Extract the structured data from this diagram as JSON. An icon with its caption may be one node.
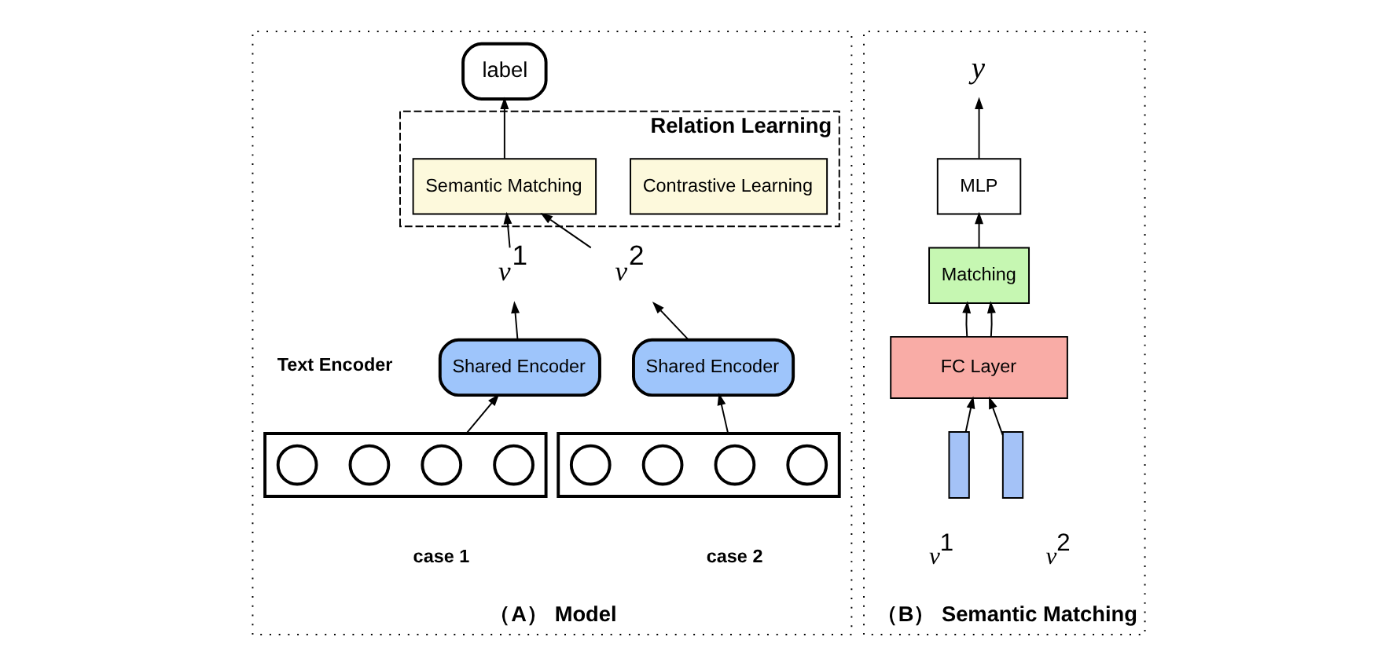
{
  "diagram": {
    "nodes": [
      {
        "text": [
          "（A） Model"
        ]
      },
      {
        "text": [
          "label"
        ],
        "in": 0
      },
      {
        "text": [
          "Relation Learning"
        ],
        "in": 0
      },
      {
        "text": [
          "Semantic Matching"
        ],
        "in": 2
      },
      {
        "text": [
          "Contrastive Learning"
        ],
        "in": 2
      },
      {
        "text": [
          "*v*$^{1}$"
        ],
        "in": 0
      },
      {
        "text": [
          "*v*$^{2}$"
        ],
        "in": 0
      },
      {
        "text": [
          "Shared Encoder"
        ],
        "in": 0
      },
      {
        "text": [
          "Shared Encoder"
        ],
        "in": 0
      },
      {
        "text": [],
        "shape": "box",
        "in": 0,
        "beside": [
          "case 1"
        ]
      },
      {
        "text": [],
        "shape": "circle",
        "in": 9
      },
      {
        "text": [],
        "shape": "circle",
        "in": 9
      },
      {
        "text": [],
        "shape": "circle",
        "in": 9
      },
      {
        "text": [],
        "shape": "circle",
        "in": 9
      },
      {
        "text": [],
        "shape": "box",
        "in": 0,
        "beside": [
          "case 2"
        ]
      },
      {
        "text": [],
        "shape": "circle",
        "in": 14
      },
      {
        "text": [],
        "shape": "circle",
        "in": 14
      },
      {
        "text": [],
        "shape": "circle",
        "in": 14
      },
      {
        "text": [],
        "shape": "circle",
        "in": 14
      },
      {
        "text": [
          "（B） Semantic Matching"
        ]
      },
      {
        "text": [
          "*y*"
        ],
        "in": 19
      },
      {
        "text": [
          "MLP"
        ],
        "in": 19
      },
      {
        "text": [
          "Matching"
        ],
        "in": 19
      },
      {
        "text": [
          "FC Layer"
        ],
        "in": 19
      },
      {
        "text": [],
        "shape": "bar",
        "in": 19,
        "beside": [
          "*v*$^{1}$"
        ]
      },
      {
        "text": [],
        "shape": "bar",
        "in": 19,
        "beside": [
          "*v*$^{2}$"
        ]
      }
    ],
    "edges": [
      {
        "from": 3,
        "to": 1,
        "arrow": "to"
      },
      {
        "from": 5,
        "to": 3,
        "arrow": "to"
      },
      {
        "from": 6,
        "to": 3,
        "arrow": "to"
      },
      {
        "from": 7,
        "to": 5,
        "arrow": "to"
      },
      {
        "from": 8,
        "to": 6,
        "arrow": "to"
      },
      {
        "from": 9,
        "to": 7,
        "arrow": "to"
      },
      {
        "from": 14,
        "to": 8,
        "arrow": "to"
      },
      {
        "from": 21,
        "to": 20,
        "arrow": "to"
      },
      {
        "from": 22,
        "to": 21,
        "arrow": "to"
      },
      {
        "from": 23,
        "to": 22,
        "arrow": "to"
      },
      {
        "from": 23,
        "to": 22,
        "arrow": "to"
      },
      {
        "from": 24,
        "to": 23,
        "arrow": "to"
      },
      {
        "from": 25,
        "to": 23,
        "arrow": "to"
      }
    ],
    "labels": [
      "Text Encoder"
    ]
  }
}
